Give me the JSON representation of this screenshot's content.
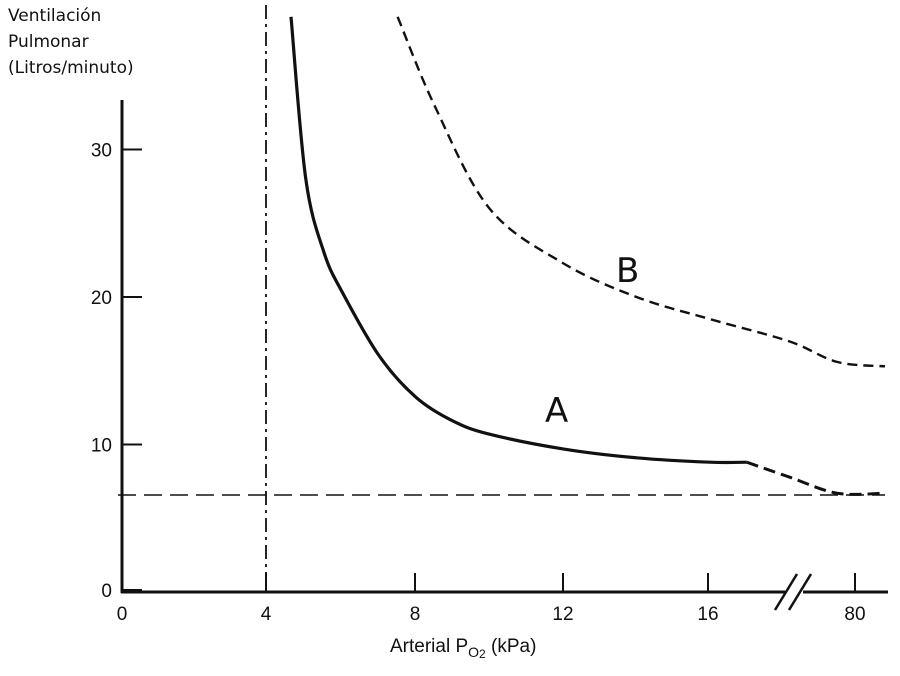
{
  "chart_data": {
    "type": "line",
    "ylabel_lines": [
      "Ventilación",
      "Pulmonar",
      "(Litros/minuto)"
    ],
    "xlabel": {
      "prefix": "Arterial P",
      "sub1": "O",
      "sub2": "2",
      "suffix": " (kPa)"
    },
    "x_ticks": [
      "0",
      "4",
      "8",
      "12",
      "16",
      "80"
    ],
    "y_ticks": [
      "0",
      "10",
      "20",
      "30"
    ],
    "ylim": [
      0,
      33
    ],
    "grid": false,
    "reference_lines": [
      {
        "orientation": "vertical",
        "x": 4,
        "style": "dashed"
      },
      {
        "orientation": "horizontal",
        "y": 6.5,
        "style": "dashed"
      }
    ],
    "axis_break_between": [
      16,
      80
    ],
    "series": [
      {
        "name": "A",
        "style": "solid-then-dashed",
        "points": [
          [
            4.6,
            39
          ],
          [
            5.0,
            28
          ],
          [
            5.5,
            23
          ],
          [
            6,
            20.3
          ],
          [
            7,
            16
          ],
          [
            8,
            13.2
          ],
          [
            9,
            11.6
          ],
          [
            10,
            10.7
          ],
          [
            12,
            9.7
          ],
          [
            14,
            9.1
          ],
          [
            16,
            8.8
          ],
          [
            17,
            8.8
          ],
          [
            18,
            7.8
          ],
          [
            19,
            6.7
          ],
          [
            20,
            6.7
          ]
        ],
        "dashed_from_x": 17
      },
      {
        "name": "B",
        "style": "dashed",
        "points": [
          [
            7.5,
            39
          ],
          [
            8.5,
            33
          ],
          [
            10,
            26
          ],
          [
            12,
            22.3
          ],
          [
            14,
            20
          ],
          [
            16,
            18.5
          ],
          [
            18,
            17
          ],
          [
            19,
            15.6
          ],
          [
            20,
            15.3
          ]
        ]
      }
    ]
  }
}
